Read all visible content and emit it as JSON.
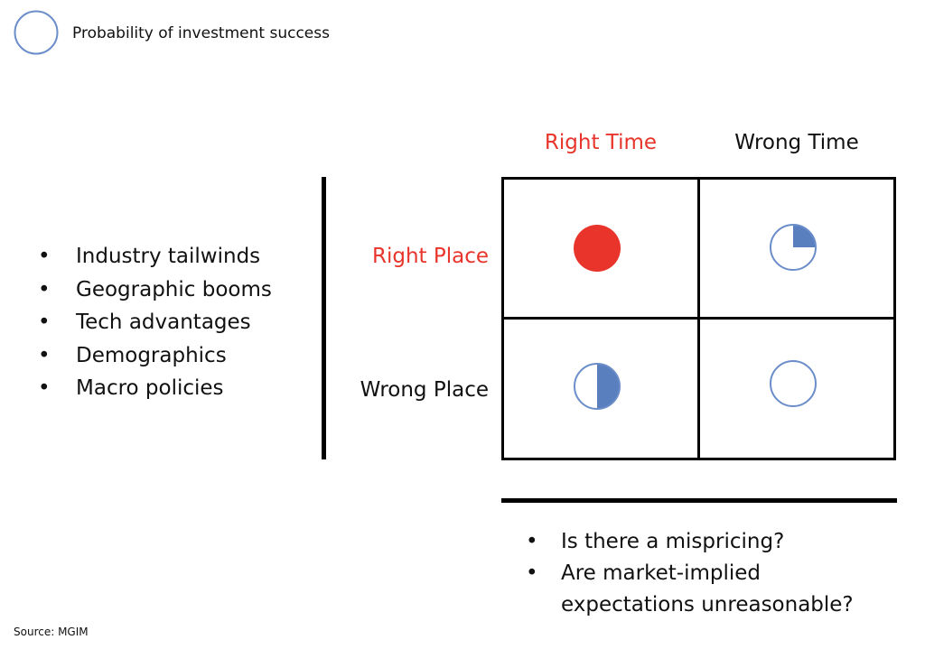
{
  "legend": {
    "label": "Probability of investment success"
  },
  "columns": [
    {
      "label": "Right Time",
      "color": "#e8342a"
    },
    {
      "label": "Wrong Time",
      "color": "#111111"
    }
  ],
  "rows": [
    {
      "label": "Right Place",
      "color": "#e8342a"
    },
    {
      "label": "Wrong Place",
      "color": "#111111"
    }
  ],
  "cells": [
    {
      "row": "Right Place",
      "column": "Right Time",
      "probability_fill": 1.0,
      "fill_color": "#e8342a"
    },
    {
      "row": "Right Place",
      "column": "Wrong Time",
      "probability_fill": 0.25,
      "fill_color": "#5a7fbf"
    },
    {
      "row": "Wrong Place",
      "column": "Right Time",
      "probability_fill": 0.5,
      "fill_color": "#5a7fbf"
    },
    {
      "row": "Wrong Place",
      "column": "Wrong Time",
      "probability_fill": 0.0,
      "fill_color": "#5a7fbf"
    }
  ],
  "place_factors": [
    "Industry tailwinds",
    "Geographic booms",
    "Tech advantages",
    "Demographics",
    "Macro policies"
  ],
  "time_questions": [
    "Is there a mispricing?",
    "Are market-implied expectations unreasonable?"
  ],
  "source": "Source: MGIM",
  "colors": {
    "accent_red": "#e8342a",
    "circle_blue": "#5a7fbf",
    "outline_blue": "#6b8dc9"
  }
}
